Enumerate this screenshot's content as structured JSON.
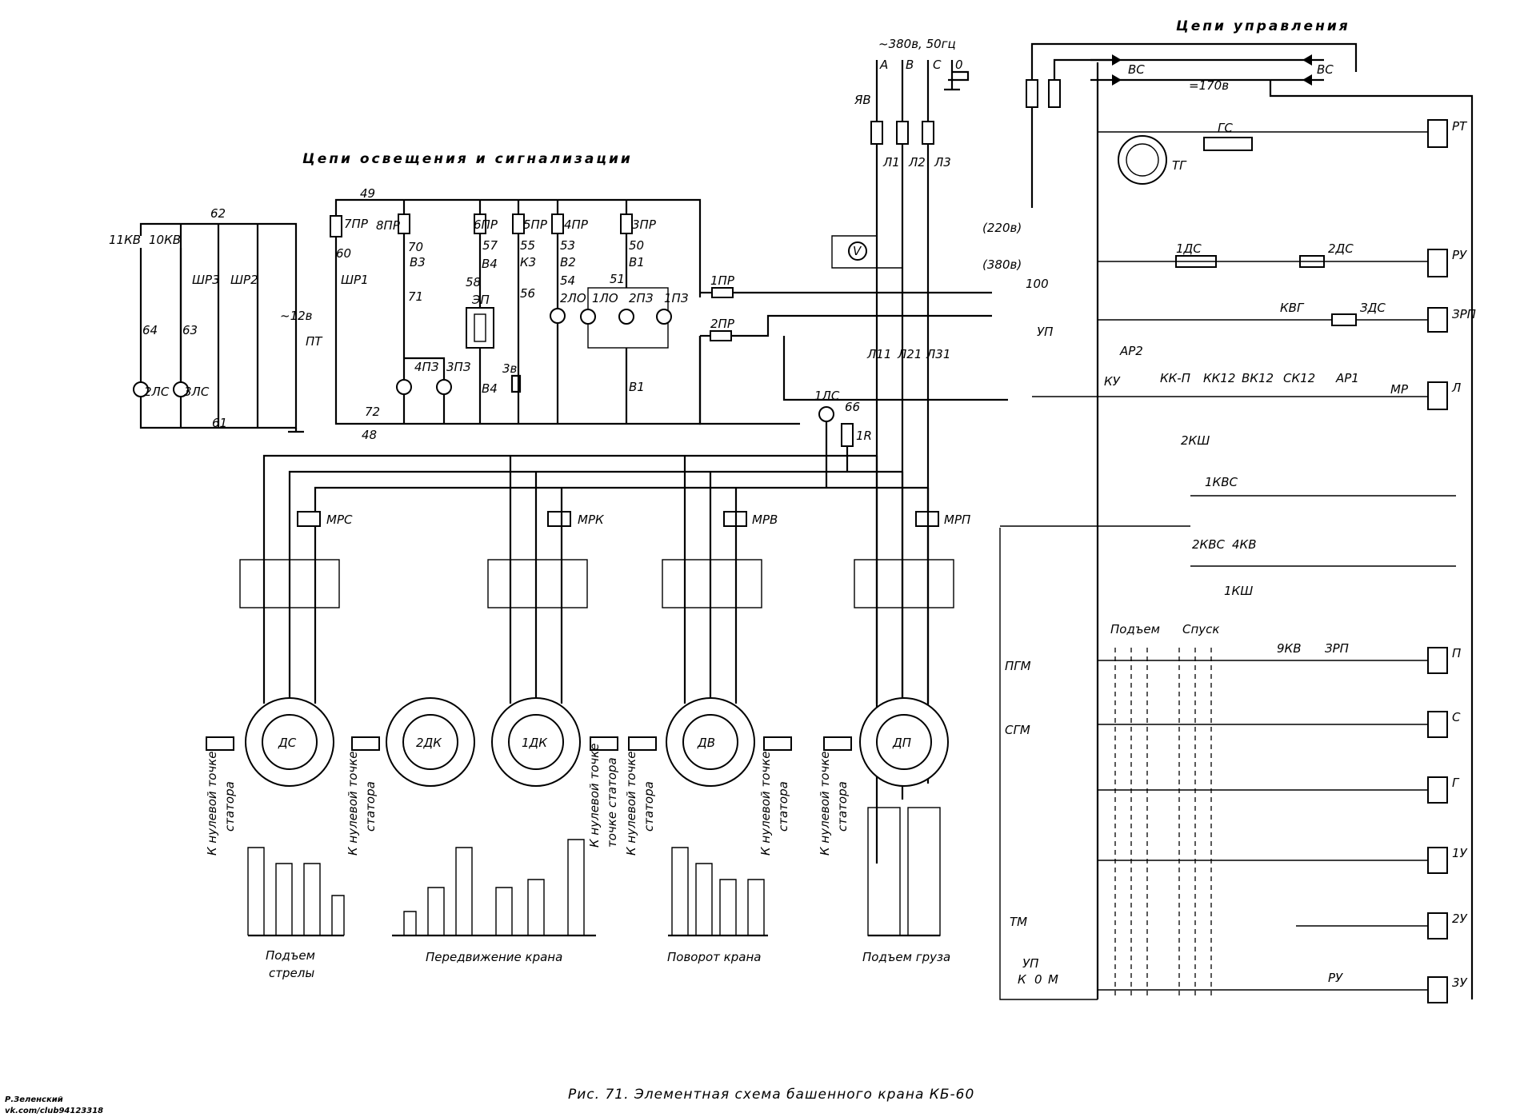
{
  "headings": {
    "lighting": "Цепи освещения и сигнализации",
    "control": "Цепи управления",
    "supply": "~380в, 50гц",
    "caption": "Рис. 71. Элементная схема башенного крана КБ-60"
  },
  "mechanisms": [
    {
      "motor": "ДС",
      "title_line1": "Подъем",
      "title_line2": "стрелы"
    },
    {
      "motor": "2ДК",
      "title_line1": "",
      "title_line2": ""
    },
    {
      "motor": "1ДК",
      "title_line1": "Передвижение крана",
      "title_line2": ""
    },
    {
      "motor": "ДВ",
      "title_line1": "Поворот крана",
      "title_line2": ""
    },
    {
      "motor": "ДП",
      "title_line1": "Подъем груза",
      "title_line2": ""
    }
  ],
  "power": {
    "phases": [
      "A",
      "B",
      "C",
      "0"
    ],
    "switch": "ЯВ",
    "fuses": [
      "Л1",
      "Л2",
      "Л3"
    ],
    "line2": [
      "Л11",
      "Л21",
      "Л31"
    ],
    "voltmeter": "V",
    "v220": "(220в)",
    "v380": "(380в)",
    "n100": "100"
  },
  "brakes": [
    "МРС",
    "МРК",
    "МРВ",
    "МРП"
  ],
  "notes": {
    "neutral1": "К нулевой точке",
    "neutral2": "статора",
    "neutral_b": "точке статора",
    "dc": "=170в",
    "ac12": "~12в",
    "pt": "ПТ"
  },
  "contactors": [
    "П",
    "С",
    "Г",
    "1У",
    "2У",
    "3У",
    "РТ",
    "РУ",
    "ЗРП",
    "Л"
  ],
  "control_labels": {
    "vs": "ВС",
    "tg": "ТГ",
    "gs": "ГС",
    "kvg": "КВГ",
    "zds": "ЗДС",
    "ds": "2ДС",
    "ds1": "1ДС",
    "up": "УП",
    "ar2": "АР2",
    "ku": "КУ",
    "ar1": "АР1",
    "mr": "МР",
    "kk": "КК-П",
    "kk12": "КК12",
    "vk12": "ВК12",
    "sk12": "СК12",
    "kvs": "1КВС",
    "kvs2": "2КВС",
    "kv4": "4КВ",
    "ksh": "2КШ",
    "ksh1": "1КШ",
    "pgm": "ПГМ",
    "sgm": "СГМ",
    "tm": "ТМ",
    "kv9": "9КВ",
    "podem": "Подъем",
    "spusk": "Спуск",
    "k": "К",
    "zero": "0",
    "m": "М"
  },
  "lighting_labels": {
    "kv11": "11КВ",
    "kv10": "10КВ",
    "shr3": "ШР3",
    "shr2": "ШР2",
    "shr1": "ШР1",
    "ls2": "2ЛС",
    "ls3": "3ЛС",
    "ls1": "1ЛС",
    "pr7": "7ПР",
    "pr8": "8ПР",
    "pr6": "6ПР",
    "pr5": "5ПР",
    "pr4": "4ПР",
    "pr3": "3ПР",
    "pr1": "1ПР",
    "pr2": "2ПР",
    "ep": "ЭП",
    "lo2": "2ЛО",
    "lo1": "1ЛО",
    "pz2": "2ПЗ",
    "pz1": "1ПЗ",
    "pz4": "4ПЗ",
    "pz3": "3ПЗ",
    "b3": "В3",
    "b4": "В4",
    "k3": "К3",
    "b2": "В2",
    "b1": "В1",
    "zv": "3в",
    "r1": "1R"
  },
  "wire_numbers": [
    "62",
    "64",
    "63",
    "61",
    "60",
    "49",
    "72",
    "48",
    "70",
    "71",
    "57",
    "58",
    "55",
    "56",
    "53",
    "54",
    "50",
    "51",
    "66"
  ],
  "signature": {
    "line1": "Р.Зеленский",
    "line2": "vk.com/club94123318"
  }
}
